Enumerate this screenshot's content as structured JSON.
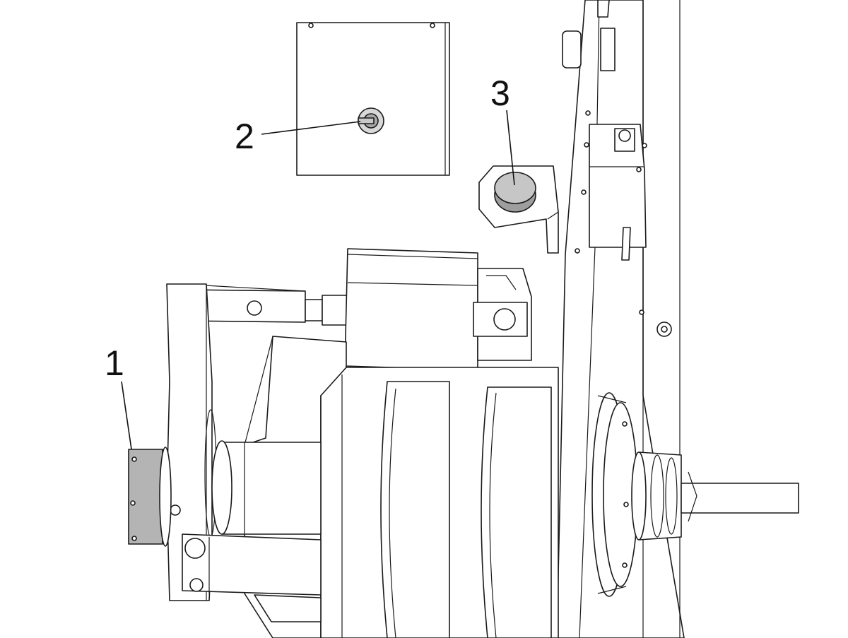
{
  "callouts": [
    {
      "id": "1",
      "label": "1"
    },
    {
      "id": "2",
      "label": "2"
    },
    {
      "id": "3",
      "label": "3"
    }
  ],
  "colors": {
    "line": "#1a1a1a",
    "highlight_part": "#b4b4b4",
    "background": "#ffffff"
  }
}
